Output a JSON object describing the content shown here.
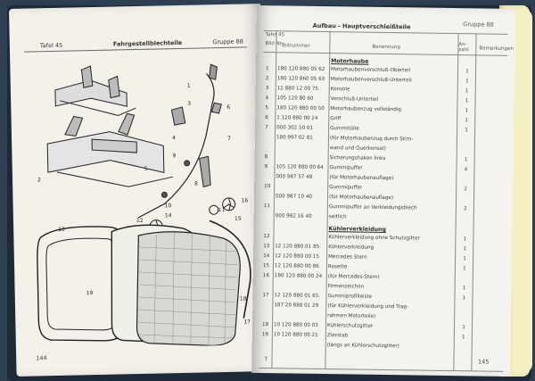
{
  "left_page": {
    "plate": "Tafel 45",
    "title": "Fahrgestellblechteile",
    "group": "Gruppe 88",
    "page_number": "144",
    "callouts": [
      "1",
      "2",
      "3",
      "4",
      "5",
      "6",
      "7",
      "8",
      "9",
      "10",
      "11",
      "12",
      "13",
      "14",
      "15",
      "16",
      "17",
      "18",
      "19"
    ]
  },
  "right_page": {
    "title": "Aufbau - Hauptverschleißteile",
    "group": "Gruppe 88",
    "page_number": "145",
    "footer_mark": "T",
    "headers": {
      "plate": "Tafel 45",
      "fig": "Bild Nr.",
      "part": "Teilnummer",
      "desc": "Benennung",
      "qty": "An-zahl",
      "notes": "Bemerkungen"
    },
    "sections": {
      "hood": "Motorhaube",
      "grille": "Kühlerverkleidung"
    },
    "rows_hood": [
      {
        "fig": "1",
        "part": "180 120 880 05 62",
        "desc": "Motorhaubenverschluß-Oberteil",
        "qty": "1"
      },
      {
        "fig": "2",
        "part": "180 120 860 05 63",
        "desc": "Motorhaubenverschluß-Unterteil",
        "qty": "1"
      },
      {
        "fig": "3",
        "part": "12 880 12 00 75",
        "desc": "Konsole",
        "qty": "1"
      },
      {
        "fig": "4",
        "part": "105 120 80 60",
        "desc": "Verschluß-Unterteil",
        "qty": "1"
      },
      {
        "fig": "5",
        "part": "180 120 880 00 50",
        "desc": "Motorhaubenzug vollständig",
        "qty": "1"
      },
      {
        "fig": "6",
        "part": "1 120 880 00 24",
        "desc": "Griff",
        "qty": "1"
      },
      {
        "fig": "7",
        "part": "000 302 50 01",
        "desc": "Gummitülle",
        "qty": "1"
      },
      {
        "fig": "",
        "part": "180 997 02 81",
        "desc": "(für Motorhaubenzug durch Stirn-",
        "qty": ""
      },
      {
        "fig": "",
        "part": "",
        "desc": "wand und Querkonsol)",
        "qty": ""
      },
      {
        "fig": "8",
        "part": "",
        "desc": "Sicherungshaken links",
        "qty": "1"
      },
      {
        "fig": "9",
        "part": "105 120 880 00 64",
        "desc": "Gummipuffer",
        "qty": "4"
      },
      {
        "fig": "",
        "part": "000 987 57 48",
        "desc": "(für Motorhaubenauflage)",
        "qty": ""
      },
      {
        "fig": "10",
        "part": "",
        "desc": "Gummipuffer",
        "qty": "2"
      },
      {
        "fig": "",
        "part": "000 987 10 40",
        "desc": "(für Motorhaubenauflage)",
        "qty": ""
      },
      {
        "fig": "11",
        "part": "",
        "desc": "Gummipuffer an Verkleidungsblech",
        "qty": "2"
      },
      {
        "fig": "",
        "part": "000 982 16 40",
        "desc": "seitlich",
        "qty": ""
      }
    ],
    "rows_grille": [
      {
        "fig": "12",
        "part": "",
        "desc": "Kühlerverkleidung ohne Schutzgitter",
        "qty": "1"
      },
      {
        "fig": "13",
        "part": "12 120 880 01 85",
        "desc": "Kühlerverkleidung",
        "qty": "1"
      },
      {
        "fig": "14",
        "part": "12 120 880 00 15",
        "desc": "Mercedes Stern",
        "qty": "1"
      },
      {
        "fig": "15",
        "part": "12 120 880 00 86",
        "desc": "Rosette",
        "qty": "1"
      },
      {
        "fig": "16",
        "part": "180 120 880 00 24",
        "desc": "(für Mercedes-Stern)",
        "qty": ""
      },
      {
        "fig": "",
        "part": "",
        "desc": "Firmenzeichen",
        "qty": "1"
      },
      {
        "fig": "17",
        "part": "12 120 880 01 65",
        "desc": "Gummiprofilleiste",
        "qty": "1"
      },
      {
        "fig": "",
        "part": "187 20 888 01 29",
        "desc": "(für Kühlerverkleidung und Trag-",
        "qty": ""
      },
      {
        "fig": "",
        "part": "",
        "desc": "rahmen Motorteile)",
        "qty": ""
      },
      {
        "fig": "18",
        "part": "10 120 880 00 03",
        "desc": "Kühlerschutzgitter",
        "qty": "1"
      },
      {
        "fig": "19",
        "part": "10 120 880 00 21",
        "desc": "Zierstab",
        "qty": "1"
      },
      {
        "fig": "",
        "part": "",
        "desc": "(längs an Kühlerschutzgitter)",
        "qty": ""
      }
    ]
  }
}
